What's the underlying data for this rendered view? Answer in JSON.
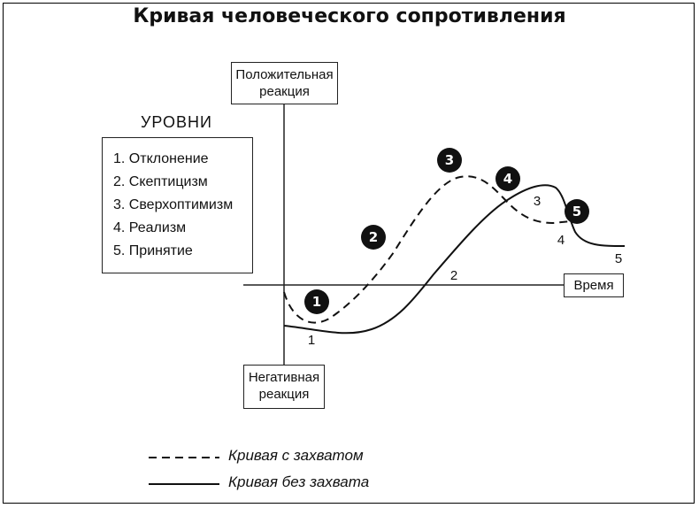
{
  "title": "Кривая человеческого сопротивления",
  "axes": {
    "positive": "Положительная реакция",
    "negative": "Негативная реакция",
    "time": "Время"
  },
  "levels": {
    "heading": "УРОВНИ",
    "items": [
      "1. Отклонение",
      "2. Скептицизм",
      "3. Сверхоптимизм",
      "4. Реализм",
      "5. Принятие"
    ]
  },
  "badges": [
    "1",
    "2",
    "3",
    "4",
    "5"
  ],
  "plain_numbers": [
    "1",
    "2",
    "3",
    "4",
    "5"
  ],
  "legend": {
    "dashed": "Кривая с захватом",
    "solid": "Кривая без захвата"
  }
}
